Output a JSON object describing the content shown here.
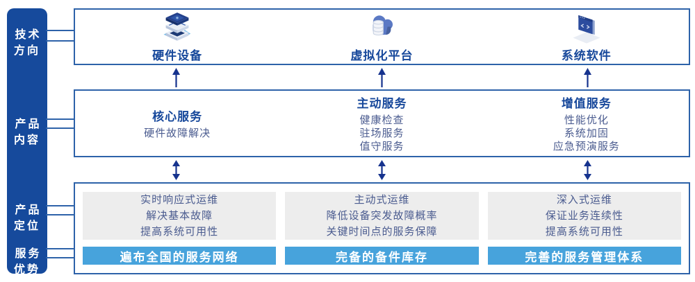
{
  "colors": {
    "sidebar_bg": "#164a9c",
    "panel_border": "#2d62a9",
    "header_text": "#17489b",
    "item_text": "#4a5b8f",
    "arrow": "#16338e",
    "bar_bg": "#47a3dc",
    "gray_box_bg": "#ededed"
  },
  "sidebar": {
    "labels": [
      "技术\n方向",
      "产品\n内容",
      "产品\n定位",
      "服务\n优势"
    ]
  },
  "tech_row": {
    "items": [
      {
        "icon": "server-stack-icon",
        "label": "硬件设备"
      },
      {
        "icon": "cloud-database-icon",
        "label": "虚拟化平台"
      },
      {
        "icon": "software-window-icon",
        "label": "系统软件"
      }
    ]
  },
  "content_row": {
    "columns": [
      {
        "header": "核心服务",
        "items": [
          "硬件故障解决"
        ]
      },
      {
        "header": "主动服务",
        "items": [
          "健康检查",
          "驻场服务",
          "值守服务"
        ]
      },
      {
        "header": "增值服务",
        "items": [
          "性能优化",
          "系统加固",
          "应急预演服务"
        ]
      }
    ]
  },
  "positioning_row": {
    "columns": [
      {
        "lines": [
          "实时响应式运维",
          "解决基本故障",
          "提高系统可用性"
        ],
        "bar": "遍布全国的服务网络"
      },
      {
        "lines": [
          "主动式运维",
          "降低设备突发故障概率",
          "关键时间点的服务保障"
        ],
        "bar": "完备的备件库存"
      },
      {
        "lines": [
          "深入式运维",
          "保证业务连续性",
          "提高系统可用性"
        ],
        "bar": "完善的服务管理体系"
      }
    ]
  }
}
